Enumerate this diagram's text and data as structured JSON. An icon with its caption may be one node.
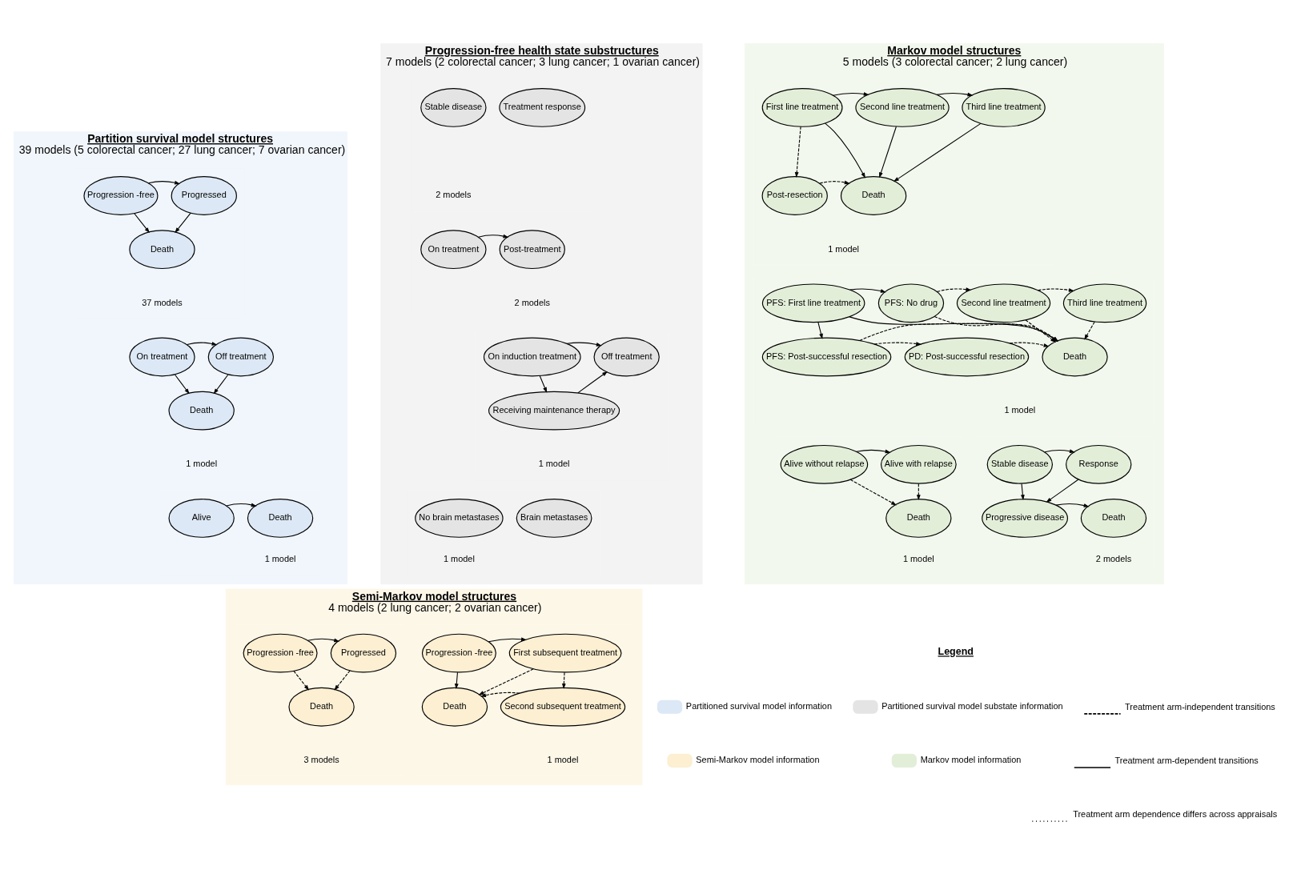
{
  "diagram": {
    "nodes": [
      {
        "text": [
          "Partition survival model structures",
          "39 models (5 colorectal cancer; 27 lung cancer; 7 ovarian cancer)"
        ]
      },
      {
        "text": [
          "Progression -free"
        ],
        "in": 0
      },
      {
        "text": [
          "Progressed"
        ],
        "in": 0
      },
      {
        "text": [
          "Death"
        ],
        "in": 0
      },
      {
        "text": [
          "On treatment"
        ],
        "in": 0
      },
      {
        "text": [
          "Off treatment"
        ],
        "in": 0
      },
      {
        "text": [
          "Death"
        ],
        "in": 0
      },
      {
        "text": [
          "Alive"
        ],
        "in": 0
      },
      {
        "text": [
          "Death"
        ],
        "in": 0
      },
      {
        "text": [
          "Progression-free health state substructures",
          "7 models (2 colorectal cancer; 3 lung cancer; 1 ovarian cancer)"
        ]
      },
      {
        "text": [
          "Treatment response"
        ],
        "in": 9
      },
      {
        "text": [
          "Stable disease"
        ],
        "in": 9
      },
      {
        "text": [
          "On treatment"
        ],
        "in": 9
      },
      {
        "text": [
          "Post-treatment"
        ],
        "in": 9
      },
      {
        "text": [
          "On induction treatment"
        ],
        "in": 9
      },
      {
        "text": [
          "Off treatment"
        ],
        "in": 9
      },
      {
        "text": [
          "Receiving maintenance therapy"
        ],
        "in": 9
      },
      {
        "text": [
          "Brain metastases"
        ],
        "in": 9
      },
      {
        "text": [
          "No brain metastases"
        ],
        "in": 9
      },
      {
        "text": [
          "Markov model structures",
          "5 models (3 colorectal cancer; 2 lung cancer)"
        ]
      },
      {
        "text": [
          "First line treatment"
        ],
        "in": 19
      },
      {
        "text": [
          "Second line treatment"
        ],
        "in": 19
      },
      {
        "text": [
          "Third line treatment"
        ],
        "in": 19
      },
      {
        "text": [
          "Post-resection"
        ],
        "in": 19
      },
      {
        "text": [
          "Death"
        ],
        "in": 19
      },
      {
        "text": [
          "PFS: First line treatment"
        ],
        "in": 19
      },
      {
        "text": [
          "PFS: No drug"
        ],
        "in": 19
      },
      {
        "text": [
          "Second line treatment"
        ],
        "in": 19
      },
      {
        "text": [
          "Third line treatment"
        ],
        "in": 19
      },
      {
        "text": [
          "PFS: Post-successful resection"
        ],
        "in": 19
      },
      {
        "text": [
          "PD: Post-successful resection"
        ],
        "in": 19
      },
      {
        "text": [
          "Death"
        ],
        "in": 19
      },
      {
        "text": [
          "Alive without relapse"
        ],
        "in": 19
      },
      {
        "text": [
          "Alive with relapse"
        ],
        "in": 19
      },
      {
        "text": [
          "Death"
        ],
        "in": 19
      },
      {
        "text": [
          "Stable disease"
        ],
        "in": 19
      },
      {
        "text": [
          "Response"
        ],
        "in": 19
      },
      {
        "text": [
          "Progressive disease"
        ],
        "in": 19
      },
      {
        "text": [
          "Death"
        ],
        "in": 19
      },
      {
        "text": [
          "Semi-Markov model structures",
          "4 models (2 lung cancer; 2 ovarian cancer)"
        ]
      },
      {
        "text": [
          "Progression -free"
        ],
        "in": 39
      },
      {
        "text": [
          "Progressed"
        ],
        "in": 39
      },
      {
        "text": [
          "Death"
        ],
        "in": 39
      },
      {
        "text": [
          "Progression -free"
        ],
        "in": 39
      },
      {
        "text": [
          "First subsequent treatment"
        ],
        "in": 39
      },
      {
        "text": [
          "Death"
        ],
        "in": 39
      },
      {
        "text": [
          "Second subsequent treatment"
        ],
        "in": 39
      }
    ],
    "edges": [
      {
        "from": 1,
        "to": 2,
        "arrow": "to"
      },
      {
        "from": 1,
        "to": 3,
        "arrow": "to"
      },
      {
        "from": 2,
        "to": 3,
        "arrow": "to"
      },
      {
        "from": 4,
        "to": 5,
        "arrow": "to"
      },
      {
        "from": 4,
        "to": 6,
        "arrow": "to"
      },
      {
        "from": 5,
        "to": 6,
        "arrow": "to"
      },
      {
        "from": 7,
        "to": 8,
        "arrow": "to"
      },
      {
        "from": 12,
        "to": 13,
        "arrow": "to"
      },
      {
        "from": 14,
        "to": 15,
        "arrow": "to"
      },
      {
        "from": 14,
        "to": 16,
        "arrow": "to"
      },
      {
        "from": 16,
        "to": 15,
        "arrow": "to"
      },
      {
        "from": 20,
        "to": 21,
        "arrow": "to"
      },
      {
        "from": 21,
        "to": 22,
        "arrow": "to"
      },
      {
        "from": 20,
        "to": 23,
        "arrow": "to",
        "style": "dashed"
      },
      {
        "from": 20,
        "to": 24,
        "arrow": "to"
      },
      {
        "from": 21,
        "to": 24,
        "arrow": "to"
      },
      {
        "from": 22,
        "to": 24,
        "arrow": "to"
      },
      {
        "from": 23,
        "to": 24,
        "arrow": "to",
        "style": "dashed"
      },
      {
        "from": 25,
        "to": 26,
        "arrow": "to"
      },
      {
        "from": 26,
        "to": 27,
        "arrow": "to",
        "style": "dashed"
      },
      {
        "from": 27,
        "to": 28,
        "arrow": "to",
        "style": "dashed"
      },
      {
        "from": 25,
        "to": 29,
        "arrow": "to"
      },
      {
        "from": 26,
        "to": 31,
        "arrow": "to",
        "style": "dashed"
      },
      {
        "from": 27,
        "to": 31,
        "arrow": "to",
        "style": "dashed"
      },
      {
        "from": 28,
        "to": 31,
        "arrow": "to",
        "style": "dashed"
      },
      {
        "from": 29,
        "to": 30,
        "arrow": "to",
        "style": "dashed"
      },
      {
        "from": 30,
        "to": 31,
        "arrow": "to",
        "style": "dashed"
      },
      {
        "from": 29,
        "to": 31,
        "arrow": "to",
        "style": "dashed"
      },
      {
        "from": 25,
        "to": 31,
        "arrow": "to"
      },
      {
        "from": 32,
        "to": 33,
        "arrow": "to"
      },
      {
        "from": 32,
        "to": 34,
        "arrow": "to",
        "style": "dashed"
      },
      {
        "from": 33,
        "to": 34,
        "arrow": "to",
        "style": "dashed"
      },
      {
        "from": 35,
        "to": 36,
        "arrow": "to"
      },
      {
        "from": 35,
        "to": 37,
        "arrow": "to"
      },
      {
        "from": 36,
        "to": 37,
        "arrow": "to"
      },
      {
        "from": 37,
        "to": 38,
        "arrow": "to"
      },
      {
        "from": 40,
        "to": 41,
        "arrow": "to"
      },
      {
        "from": 40,
        "to": 42,
        "arrow": "to",
        "style": "dashed"
      },
      {
        "from": 41,
        "to": 42,
        "arrow": "to",
        "style": "dashed"
      },
      {
        "from": 43,
        "to": 44,
        "arrow": "to"
      },
      {
        "from": 43,
        "to": 45,
        "arrow": "to"
      },
      {
        "from": 44,
        "to": 45,
        "arrow": "to",
        "style": "dashed"
      },
      {
        "from": 44,
        "to": 46,
        "arrow": "to",
        "style": "dashed"
      },
      {
        "from": 46,
        "to": 45,
        "arrow": "to",
        "style": "dashed"
      }
    ],
    "labels": [
      "37 models",
      "1 model",
      "1 model",
      "2 models",
      "2 models",
      "1 model",
      "1 model",
      "1 model",
      "1 model",
      "1 model",
      "2 models",
      "3 models",
      "1 model",
      "Legend"
    ],
    "legend": [
      {
        "text": "Partitioned survival model information",
        "color": "#dce8f5"
      },
      {
        "text": "Partitioned survival model substate information",
        "color": "#e4e4e4"
      },
      {
        "text": "Semi-Markov model information",
        "color": "#fcefd2"
      },
      {
        "text": "Markov model information",
        "color": "#e3eed9"
      },
      {
        "text": "Treatment arm-independent transitions"
      },
      {
        "text": "Treatment arm-dependent transitions"
      },
      {
        "text": "Treatment arm dependence differs across appraisals"
      }
    ]
  }
}
